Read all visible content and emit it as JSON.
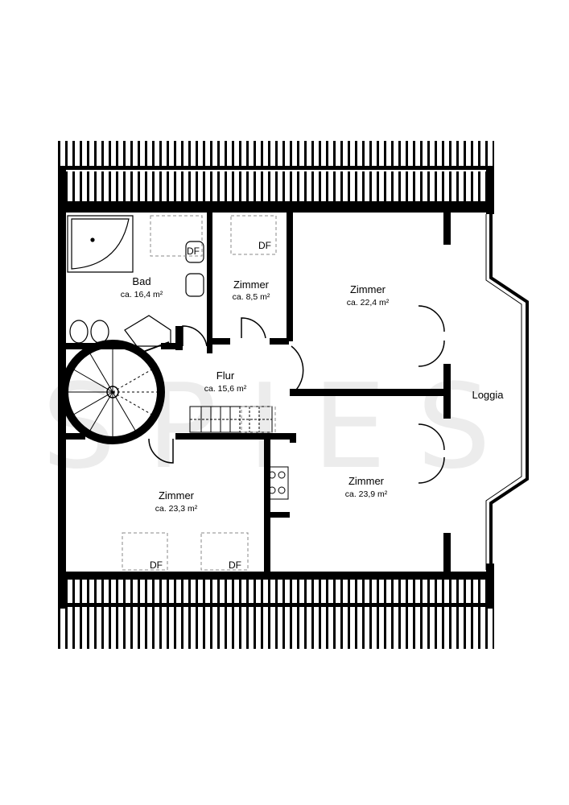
{
  "plan": {
    "watermark": {
      "brand": "SPIES"
    },
    "rooms": [
      {
        "id": "bad",
        "name": "Bad",
        "area": "ca. 16,4 m²"
      },
      {
        "id": "zimmer-small",
        "name": "Zimmer",
        "area": "ca. 8,5 m²"
      },
      {
        "id": "zimmer-ne",
        "name": "Zimmer",
        "area": "ca. 22,4 m²"
      },
      {
        "id": "flur",
        "name": "Flur",
        "area": "ca. 15,6 m²"
      },
      {
        "id": "loggia",
        "name": "Loggia",
        "area": ""
      },
      {
        "id": "zimmer-sw",
        "name": "Zimmer",
        "area": "ca. 23,3 m²"
      },
      {
        "id": "zimmer-se",
        "name": "Zimmer",
        "area": "ca. 23,9 m²"
      }
    ],
    "roof_window_label": "DF",
    "colors": {
      "wall": "#000000",
      "watermark": "#ececec",
      "dashed": "#888888"
    }
  }
}
